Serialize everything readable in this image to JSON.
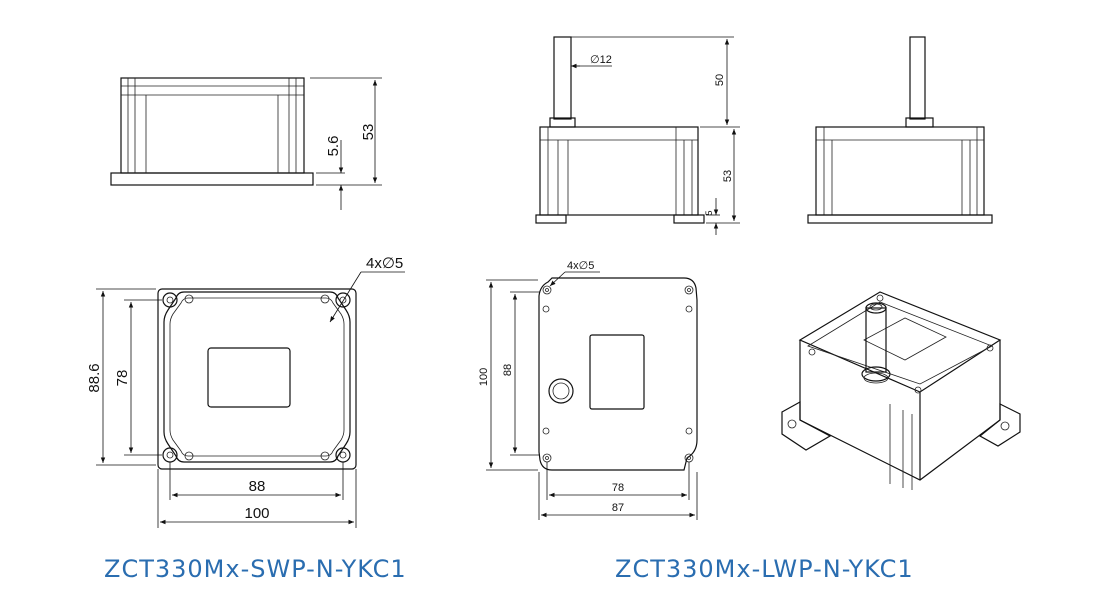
{
  "colors": {
    "caption": "#2a6db0",
    "line": "#111111",
    "background": "#ffffff"
  },
  "left_model": {
    "name": "ZCT330Mx-SWP-N-YKC1",
    "side_dims": {
      "height": "53",
      "base": "5.6"
    },
    "top_dims": {
      "holes": "4x∅5",
      "outer_height": "88.6",
      "inner_height": "78",
      "inner_width": "88",
      "outer_width": "100"
    }
  },
  "right_model": {
    "name": "ZCT330Mx-LWP-N-YKC1",
    "side_dims": {
      "shaft_dia": "∅12",
      "shaft_height": "50",
      "height": "53",
      "base": "5"
    },
    "top_dims": {
      "holes": "4x∅5",
      "outer_height": "100",
      "inner_height": "88",
      "inner_width": "78",
      "outer_width": "87"
    }
  }
}
